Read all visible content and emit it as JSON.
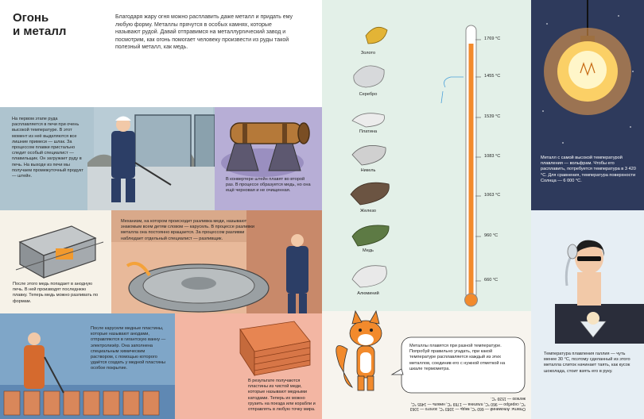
{
  "title": {
    "line1": "Огонь",
    "line2": "и металл"
  },
  "intro": "Благодаря жару огня можно расплавить даже металл и придать ему любую форму. Металлы прячутся в особых камнях, которые называют рудой. Давай отправимся на металлургический завод и посмотрим, как огонь помогает человеку произвести из руды такой полезный металл, как медь.",
  "captions": {
    "furnace": "На первом этапе руда расплавляется в печи при очень высокой температуре. В этот момент из неё выделяются все лишние примеси — шлак. За процессом плавки пристально следит особый специалист — плавильщик. Он загружает руду в печь. На выходе из печи мы получаем промежуточный продукт — штейн.",
    "converter": "В конвертере штейн плавят во второй раз. В процессе образуется медь, но она ещё черновая и не очищенная.",
    "anode": "После этого медь попадает в анодную печь. В ней производят последнюю плавку. Теперь медь можно разливать по формам.",
    "carousel": "Механизм, на котором происходит разливка меди, называют знакомым всем детям словом — карусель. В процессе разливки металла она постоянно вращается. За процессом разливки наблюдает отдельный специалист — разливщик.",
    "tank": "После карусели медные пластины, которые называют анодами, отправляются в гигантскую ванну — электролизёр. Она заполнена специальным химическим раствором, с помощью которого удаётся создать у медной пластины особое покрытие.",
    "cathode": "В результате получаются пластины из чистой меди, которые называют медными катодами. Теперь их можно грузить на поезда или корабли и отправлять в любую точку мира.",
    "bulb": "Металл с самой высокой температурой плавления — вольфрам. Чтобы его расплавить, потребуется температура в 3 420 °С. Для сравнения, температура поверхности Солнца — 6 000 °С.",
    "person": "Температура плавления галлия — чуть менее 30 °С, поэтому сделанный из этого металла слиток начинает таять, как кусок шоколада, стоит взять его в руку."
  },
  "metals": [
    {
      "name": "Золото",
      "temp": "1769 °С",
      "color": "#e3b436"
    },
    {
      "name": "Серебро",
      "temp": "1455 °С",
      "color": "#d7d9db"
    },
    {
      "name": "Платина",
      "temp": "1539 °С",
      "color": "#e6e6e6"
    },
    {
      "name": "Никель",
      "temp": "1083 °С",
      "color": "#d0d0d0"
    },
    {
      "name": "Железо",
      "temp": "1063 °С",
      "color": "#6b5442"
    },
    {
      "name": "Медь",
      "temp": "960 °С",
      "color": "#5d7a44"
    },
    {
      "name": "Алюминий",
      "temp": "660 °С",
      "color": "#e9e9e9"
    }
  ],
  "speech": "Металлы плавятся при разной температуре. Попробуй правильно угадать, при какой температуре расплавляется каждый из этих металлов, соединив его с нужной отметкой на шкале термометра.",
  "answer": "Ответы: Алюминий — 660 °С, медь — 1083 °С, золото — 1063 °С, серебро — 960 °С, платина — 1769 °С, никель — 1455 °С, железо — 1539 °С."
}
